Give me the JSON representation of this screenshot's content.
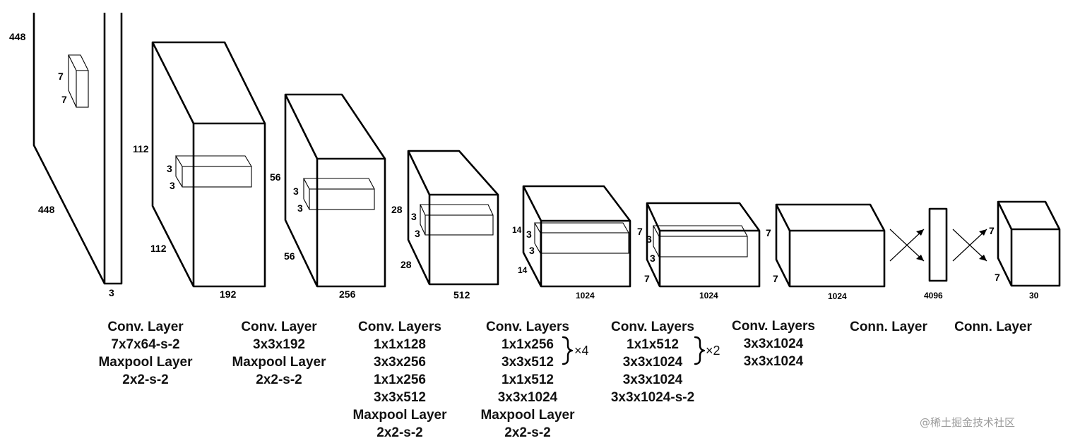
{
  "blocks": [
    {
      "dims": {
        "height": "448",
        "depth": "448",
        "channels": "3"
      },
      "kernel": {
        "h": "7",
        "w": "7"
      }
    },
    {
      "dims": {
        "height": "112",
        "depth": "112",
        "channels": "192"
      },
      "kernel": {
        "h": "3",
        "w": "3"
      }
    },
    {
      "dims": {
        "height": "56",
        "depth": "56",
        "channels": "256"
      },
      "kernel": {
        "h": "3",
        "w": "3"
      }
    },
    {
      "dims": {
        "height": "28",
        "depth": "28",
        "channels": "512"
      },
      "kernel": {
        "h": "3",
        "w": "3"
      }
    },
    {
      "dims": {
        "height": "14",
        "depth": "14",
        "channels": "1024"
      },
      "kernel": {
        "h": "3",
        "w": "3"
      }
    },
    {
      "dims": {
        "height": "7",
        "depth": "7",
        "channels": "1024"
      },
      "kernel": {
        "h": "3",
        "w": "3"
      }
    },
    {
      "dims": {
        "height": "7",
        "depth": "7",
        "channels": "1024"
      }
    },
    {
      "dims": {
        "channels": "4096"
      }
    },
    {
      "dims": {
        "height": "7",
        "depth": "7",
        "channels": "30"
      }
    }
  ],
  "captions": [
    [
      "Conv. Layer",
      "7x7x64-s-2",
      "Maxpool Layer",
      "2x2-s-2"
    ],
    [
      "Conv. Layer",
      "3x3x192",
      "Maxpool Layer",
      "2x2-s-2"
    ],
    [
      "Conv. Layers",
      "1x1x128",
      "3x3x256",
      "1x1x256",
      "3x3x512",
      "Maxpool Layer",
      "2x2-s-2"
    ],
    [
      "Conv. Layers",
      "1x1x256",
      "3x3x512",
      "1x1x512",
      "3x3x1024",
      "Maxpool Layer",
      "2x2-s-2"
    ],
    [
      "Conv. Layers",
      "1x1x512",
      "3x3x1024",
      "3x3x1024",
      "3x3x1024-s-2"
    ],
    [
      "Conv. Layers",
      "3x3x1024",
      "3x3x1024"
    ],
    [
      "Conn. Layer"
    ],
    [
      "Conn. Layer"
    ]
  ],
  "repeats": {
    "stage4": "×4",
    "stage5": "×2"
  },
  "watermark": "@稀土掘金技术社区",
  "colors": {
    "stroke": "#000000",
    "text": "#111111",
    "watermark": "#9a9a9a"
  }
}
